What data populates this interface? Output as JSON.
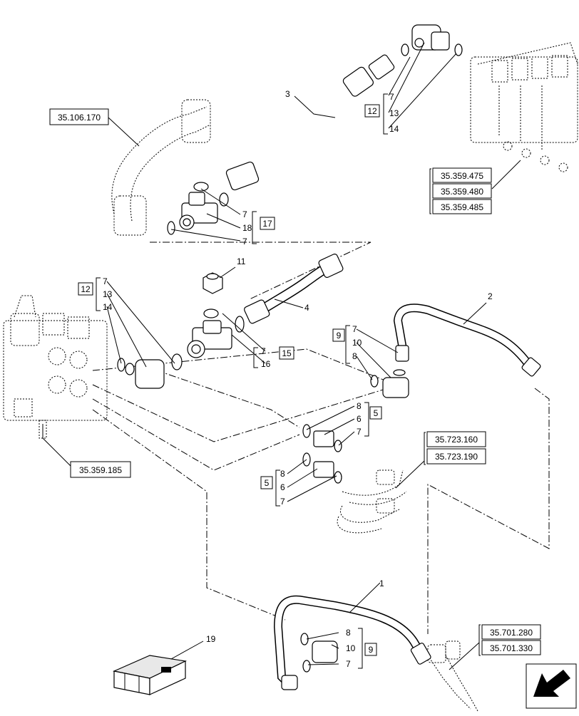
{
  "refs": {
    "r1": "35.106.170",
    "r2": "35.359.475",
    "r3": "35.359.480",
    "r4": "35.359.485",
    "r5": "35.359.185",
    "r6": "35.723.160",
    "r7": "35.723.190",
    "r8": "35.701.280",
    "r9": "35.701.330"
  },
  "callouts": {
    "c1": "1",
    "c2": "2",
    "c3": "3",
    "c4": "4",
    "c11": "11",
    "c19": "19",
    "g12a_box": "12",
    "g12a_a": "7",
    "g12a_b": "13",
    "g12a_c": "14",
    "g17_box": "17",
    "g17_a": "7",
    "g17_b": "18",
    "g17_c": "7",
    "g12b_box": "12",
    "g12b_a": "7",
    "g12b_b": "13",
    "g12b_c": "14",
    "g15_box": "15",
    "g15_a": "7",
    "g15_b": "16",
    "g9a_box": "9",
    "g9a_a": "7",
    "g9a_b": "10",
    "g9a_c": "8",
    "g5a_box": "5",
    "g5a_a": "8",
    "g5a_b": "6",
    "g5a_c": "7",
    "g5b_box": "5",
    "g5b_a": "8",
    "g5b_b": "6",
    "g5b_c": "7",
    "g9b_box": "9",
    "g9b_a": "8",
    "g9b_b": "10",
    "g9b_c": "7"
  }
}
